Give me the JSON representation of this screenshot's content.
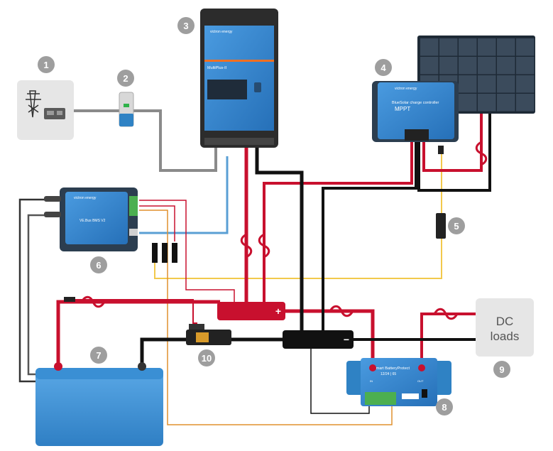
{
  "markers": [
    "1",
    "2",
    "3",
    "4",
    "5",
    "6",
    "7",
    "8",
    "9",
    "10"
  ],
  "inverter": {
    "brand": "victron energy",
    "model": "MultiPlus-II"
  },
  "mppt": {
    "brand": "victron energy",
    "line1": "BlueSolar charge controller",
    "line2": "MPPT"
  },
  "gx": {
    "brand": "victron energy",
    "model": "VE.Bus BMS V2"
  },
  "battery_protect": {
    "title": "Smart BatteryProtect",
    "rating": "12/24 | 65",
    "in_label": "IN",
    "out_label": "OUT"
  },
  "busbar": {
    "positive_symbol": "+",
    "negative_symbol": "−"
  },
  "loads": {
    "line1": "DC",
    "line2": "loads"
  },
  "colors": {
    "positive": "#c8102e",
    "negative": "#111111",
    "device_blue": "#2f82c4",
    "network": "#5a9fd4",
    "signal": "#f2c94c",
    "ac": "#8a8a8a",
    "marker": "#9e9e9e"
  }
}
